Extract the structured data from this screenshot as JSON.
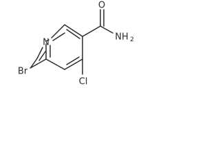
{
  "molecule": {
    "atoms": {
      "ring_nitrogen": "N",
      "bromine": "Br",
      "chlorine": "Cl",
      "carbonyl_oxygen": "O",
      "amide_nh": "NH",
      "amide_h_count": "2"
    }
  }
}
